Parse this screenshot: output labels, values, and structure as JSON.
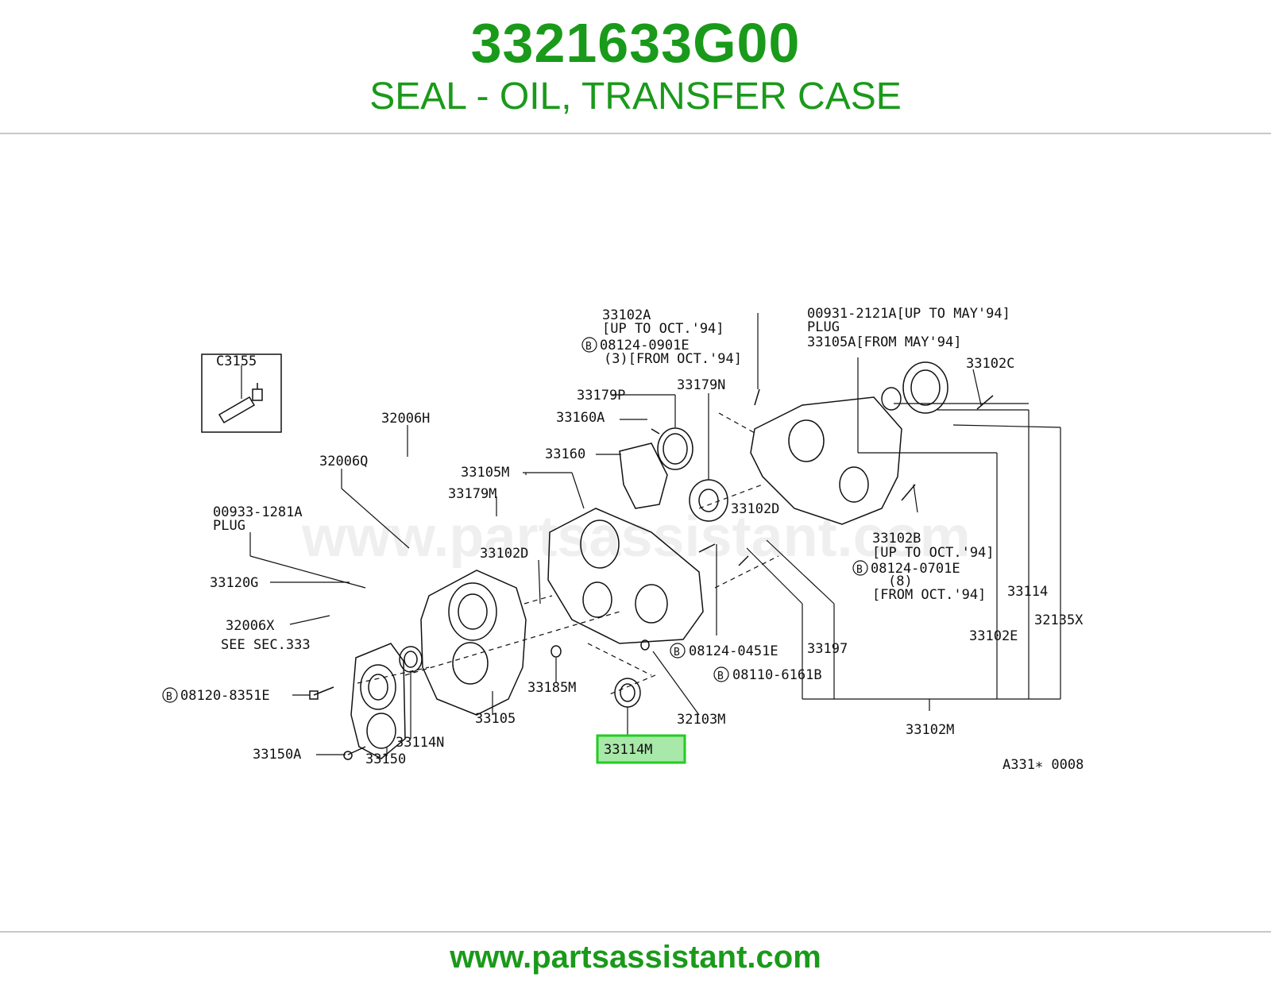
{
  "header": {
    "part_number": "3321633G00",
    "description": "SEAL - OIL, TRANSFER CASE"
  },
  "footer": {
    "url": "www.partsassistant.com"
  },
  "diagram": {
    "watermark": "www.partsassistant.com",
    "highlight_color": "#22cc22",
    "highlight_fill": "#a8e8a8",
    "highlighted_label": "33114M",
    "figure_code": "A331∗ 0008",
    "labels": {
      "c3155": "C3155",
      "p32006h": "32006H",
      "p32006q": "32006Q",
      "p00933_1281a": "00933-1281A",
      "plug1": "PLUG",
      "p33120g": "33120G",
      "p32006x": "32006X",
      "see_sec": "SEE SEC.333",
      "b08120_8351e": "08120-8351E",
      "p33150a": "33150A",
      "p33150": "33150",
      "p33114n": "33114N",
      "p33105": "33105",
      "p33185m": "33185M",
      "p33179m": "33179M",
      "p33105m": "33105M",
      "p33102d_a": "33102D",
      "p33160": "33160",
      "p33160a": "33160A",
      "p33179p": "33179P",
      "p33179n": "33179N",
      "p33102a": "33102A",
      "up_oct94_a": "[UP TO OCT.'94]",
      "b08124_0901e": "08124-0901E",
      "from_oct94_a": "(3)[FROM OCT.'94]",
      "p00931_2121a": "00931-2121A[UP TO MAY'94]",
      "plug2": "PLUG",
      "p33105a": "33105A[FROM MAY'94]",
      "p33102c": "33102C",
      "p33102d_b": "33102D",
      "p33102b": "33102B",
      "up_oct94_b": "[UP TO OCT.'94]",
      "b08124_0701e": "08124-0701E",
      "qty8": "(8)",
      "from_oct94_b": "[FROM OCT.'94]",
      "b08124_0451e": "08124-0451E",
      "p33197": "33197",
      "b08110_6161b": "08110-6161B",
      "p33114": "33114",
      "p32135x": "32135X",
      "p33102e": "33102E",
      "p32103m": "32103M",
      "p33102m": "33102M",
      "bolt_marker": "B"
    }
  }
}
